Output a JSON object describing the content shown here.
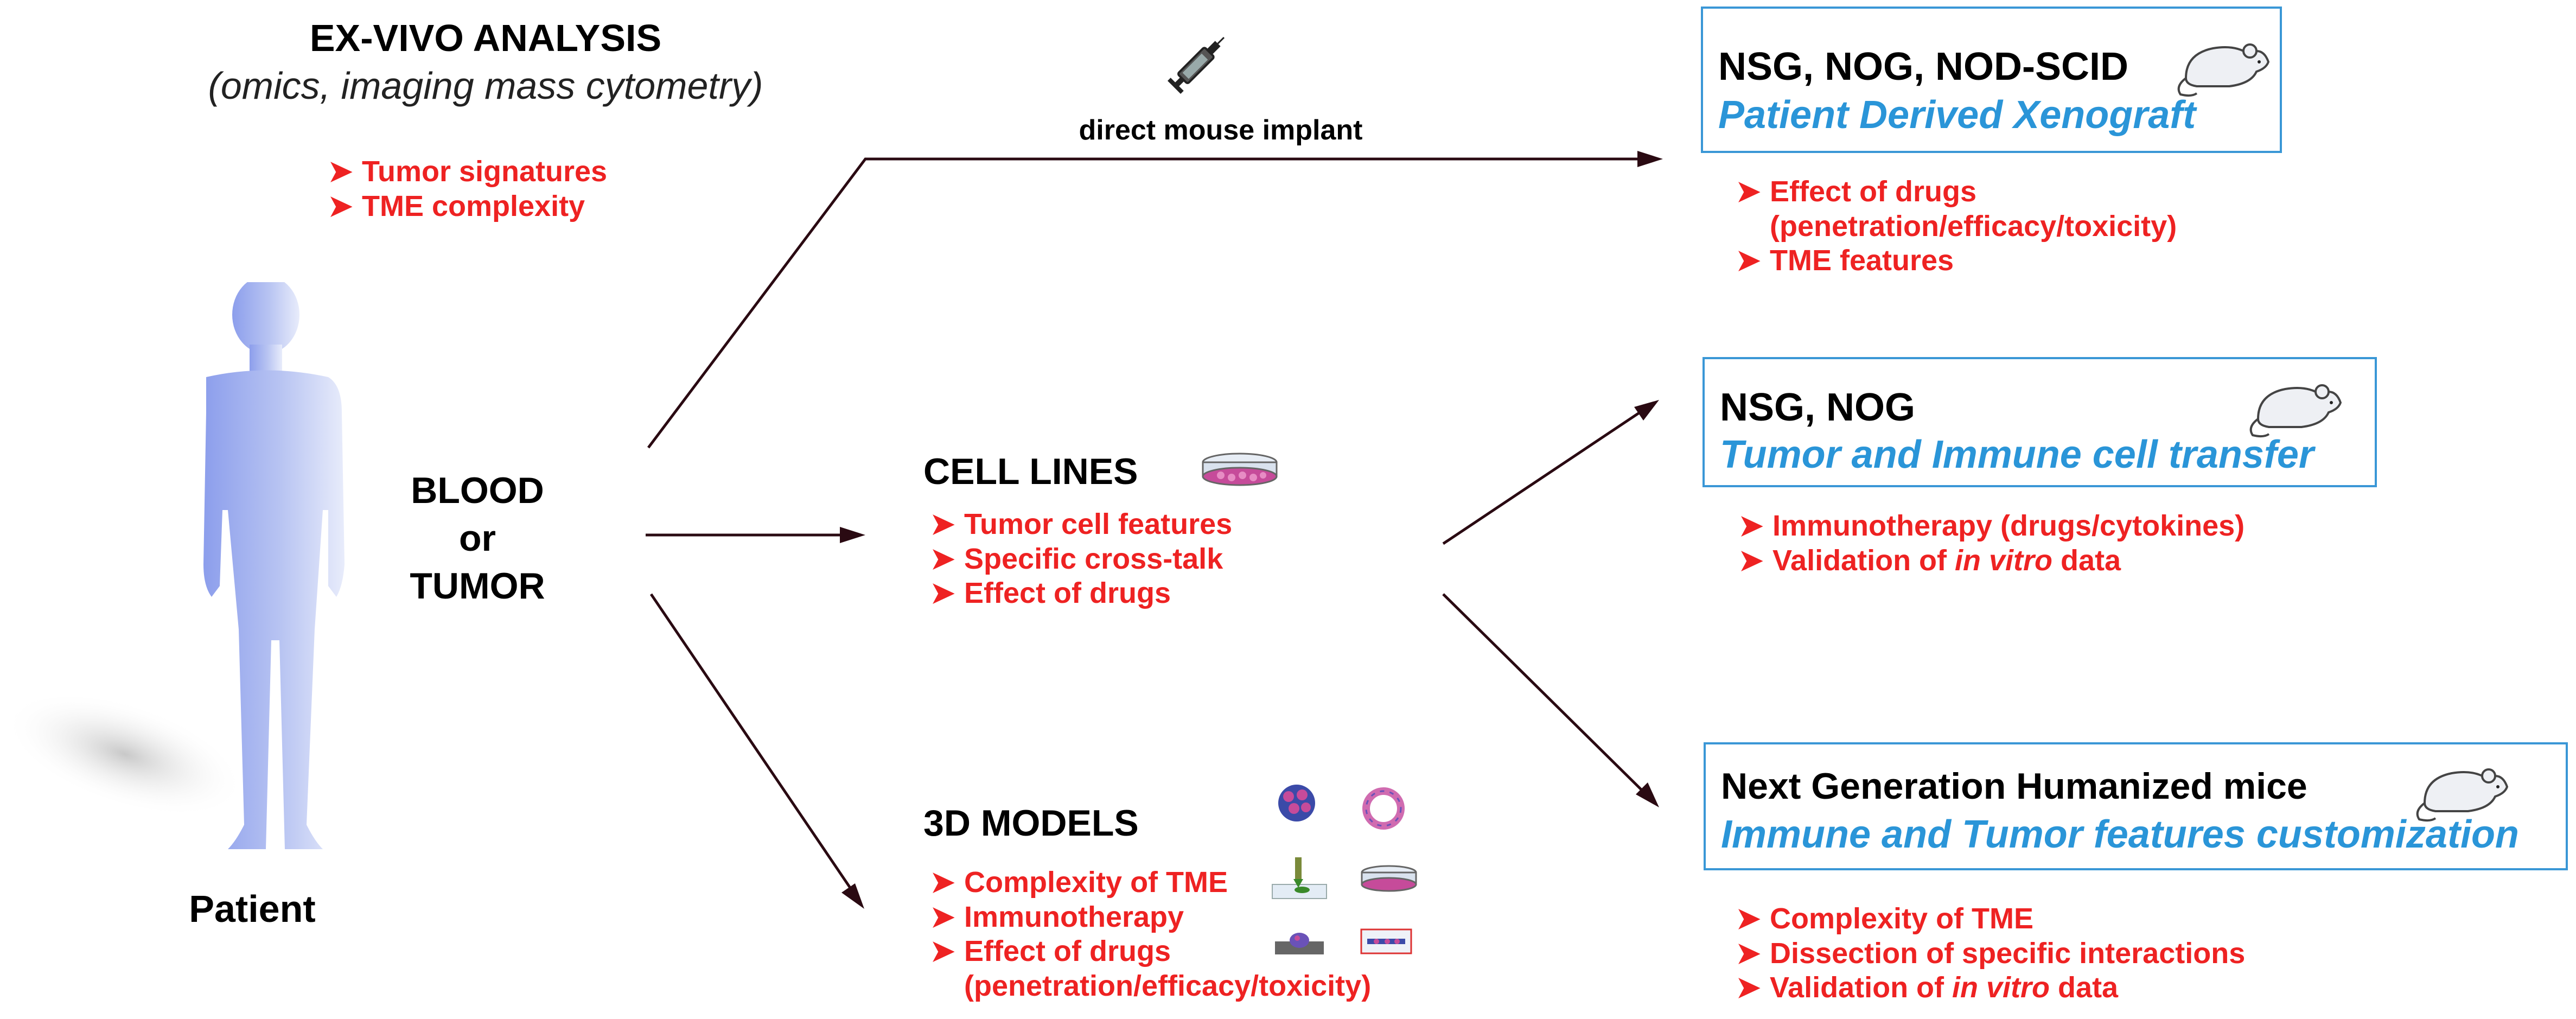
{
  "exvivo": {
    "title": "EX-VIVO ANALYSIS",
    "subtitle": "(omics, imaging mass cytometry)",
    "bullets": [
      "Tumor signatures",
      "TME complexity"
    ]
  },
  "patient": {
    "label": "Patient",
    "source_line1": "BLOOD",
    "source_line2": "or",
    "source_line3": "TUMOR"
  },
  "implant": {
    "label": "direct mouse implant"
  },
  "cell_lines": {
    "title": "CELL LINES",
    "bullets": [
      "Tumor cell features",
      "Specific cross-talk",
      "Effect of drugs"
    ]
  },
  "models_3d": {
    "title": "3D MODELS",
    "bullets": [
      "Complexity of TME",
      "Immunotherapy",
      "Effect of drugs",
      "(penetration/efficacy/toxicity)"
    ]
  },
  "pdx": {
    "title": "NSG, NOG, NOD-SCID",
    "subtitle": "Patient Derived Xenograft",
    "bullets": [
      "Effect of drugs",
      "(penetration/efficacy/toxicity)",
      "TME features"
    ]
  },
  "transfer": {
    "title": "NSG, NOG",
    "subtitle": "Tumor and Immune cell transfer",
    "bullet1": "Immunotherapy (drugs/cytokines)",
    "bullet2_pre": "Validation of ",
    "bullet2_em": "in vitro",
    "bullet2_post": " data"
  },
  "humanized": {
    "title": "Next Generation Humanized mice",
    "subtitle": "Immune and Tumor features customization",
    "bullet1": "Complexity of TME",
    "bullet2": "Dissection of specific interactions",
    "bullet3_pre": "Validation of ",
    "bullet3_em": "in vitro",
    "bullet3_post": " data"
  },
  "icons": {
    "bullet": "arrowhead-bullet",
    "syringe": "syringe-icon",
    "mouse": "mouse-icon",
    "dish": "petri-dish-icon",
    "person": "human-silhouette"
  },
  "colors": {
    "red": "#ee2222",
    "blue": "#2a95d8",
    "box_border": "#3a97d6",
    "arrow": "#2a0a12"
  }
}
